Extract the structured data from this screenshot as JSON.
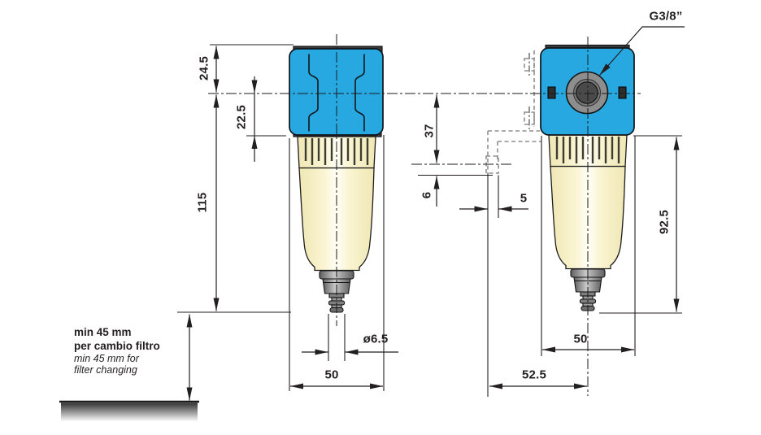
{
  "labels": {
    "port_thread": "G3/8”",
    "note_bold_1": "min 45 mm",
    "note_bold_2": "per cambio filtro",
    "note_italic_1": "min 45 mm for",
    "note_italic_2": "filter changing"
  },
  "dimensions": {
    "side_view": {
      "head_top_to_center": "24.5",
      "center_to_head_bottom": "22.5",
      "center_to_drain_end": "115",
      "drain_bore": "ø6.5",
      "body_width": "50"
    },
    "front_view": {
      "center_to_bracket_slot": "37",
      "bracket_slot_offset": "6",
      "bracket_thickness": "5",
      "head_bottom_to_drain_end": "92.5",
      "body_width": "50",
      "bracket_to_center": "52.5"
    }
  },
  "colors": {
    "head_blue": "#27A8E0",
    "bowl_cream": "#FBF6D3",
    "hardware_gray": "#8E8E8E",
    "line_dark": "#231F20"
  }
}
